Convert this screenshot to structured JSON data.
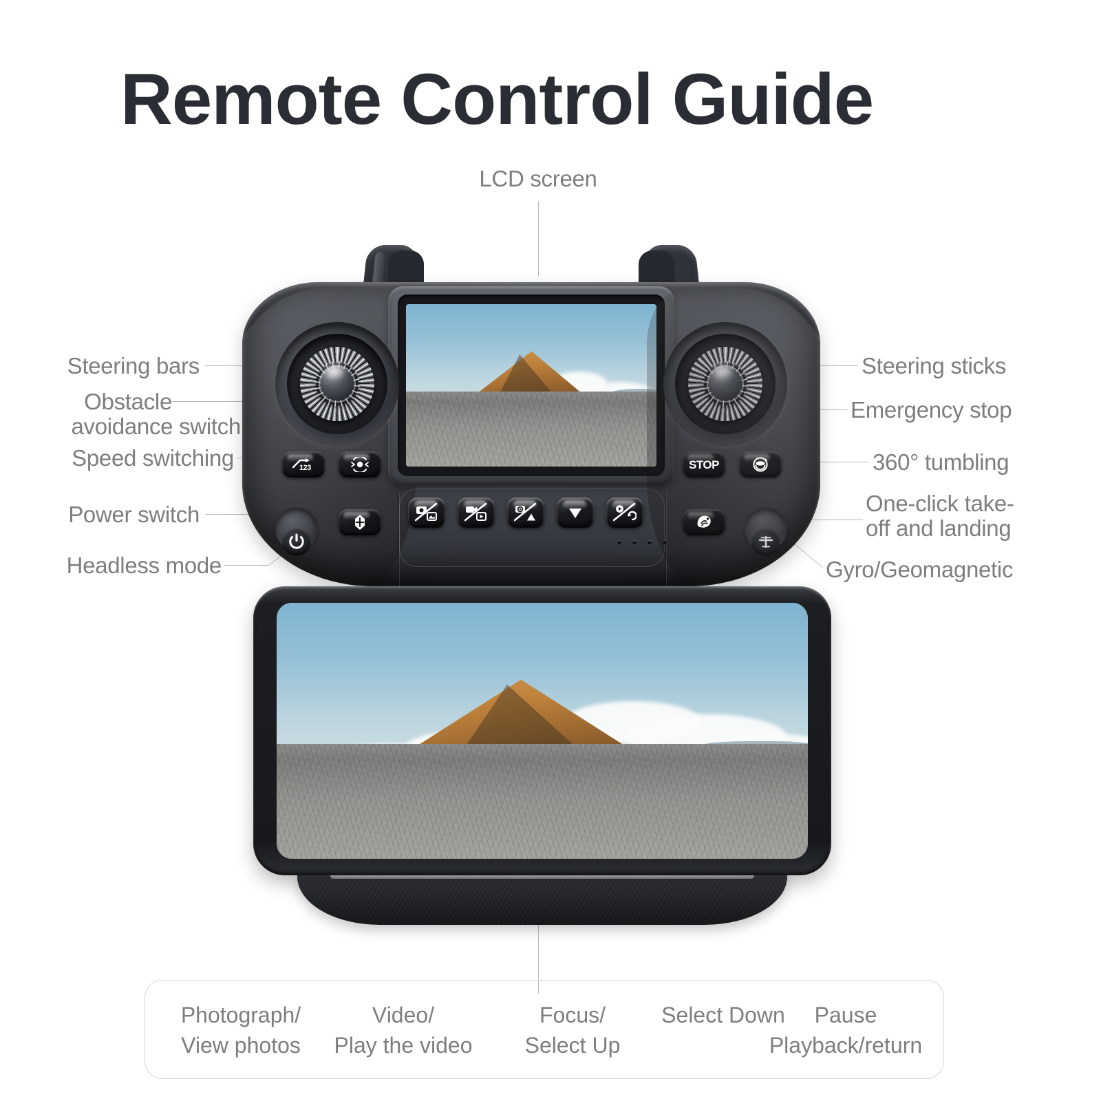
{
  "title": "Remote Control Guide",
  "colors": {
    "title": "#2a2d33",
    "label": "#7e7e7e",
    "leader_line": "#b9b9b9",
    "caption_border": "#d6d6d6",
    "background": "#ffffff",
    "body_dark": "#2e3137",
    "body_light": "#6b6f76"
  },
  "callouts": {
    "top": {
      "label": "LCD screen",
      "name": "lcd-screen"
    },
    "left": [
      {
        "label": "Steering bars",
        "name": "steering-bars"
      },
      {
        "label": "Obstacle",
        "label2": "avoidance switch",
        "name": "obstacle-avoidance-switch"
      },
      {
        "label": "Speed switching",
        "name": "speed-switching"
      },
      {
        "label": "Power switch",
        "name": "power-switch"
      },
      {
        "label": "Headless mode",
        "name": "headless-mode"
      }
    ],
    "right": [
      {
        "label": "Steering sticks",
        "name": "steering-sticks"
      },
      {
        "label": "Emergency stop",
        "name": "emergency-stop"
      },
      {
        "label": "360° tumbling",
        "name": "360-tumbling"
      },
      {
        "label": "One-click take-",
        "label2": "off and landing",
        "name": "one-click-takeoff-landing"
      },
      {
        "label": "Gyro/Geomagnetic",
        "name": "gyro-geomagnetic"
      }
    ]
  },
  "controller": {
    "sticks": {
      "left_icon": "gimbal-stick-icon",
      "right_icon": "gimbal-stick-icon"
    },
    "buttons": {
      "speed": {
        "text": "123",
        "icon": "speed-123-icon"
      },
      "obstacle": {
        "icon": "obstacle-radar-icon"
      },
      "power": {
        "icon": "power-icon"
      },
      "headless": {
        "icon": "headless-compass-icon"
      },
      "stop": {
        "text": "STOP",
        "icon": "emergency-stop-icon"
      },
      "tumbling": {
        "icon": "tumbling-360-icon"
      },
      "gyro": {
        "icon": "gyro-geomagnetic-icon"
      },
      "takeoff": {
        "icon": "drone-takeoff-icon"
      }
    },
    "function_buttons": [
      {
        "name": "photo-button",
        "icon": "camera-photo-icon"
      },
      {
        "name": "video-button",
        "icon": "camcorder-play-icon"
      },
      {
        "name": "focus-up-button",
        "icon": "focus-up-icon"
      },
      {
        "name": "select-down-button",
        "icon": "triangle-down-icon"
      },
      {
        "name": "pause-playback-button",
        "icon": "play-return-icon"
      }
    ],
    "led_count": 4
  },
  "screen_image": {
    "description": "Desert landscape with orange mountain and cracked dry lakebed under blue sky with cumulus clouds",
    "sky_color": "#7fb3d0",
    "mountain_color": "#c58d46",
    "ground_color": "#949491"
  },
  "captions": [
    {
      "line1": "Photograph/",
      "line2": "View photos",
      "name": "caption-photograph"
    },
    {
      "line1": "Video/",
      "line2": "Play the video",
      "name": "caption-video"
    },
    {
      "line1": "Focus/",
      "line2": "Select Up",
      "name": "caption-focus"
    },
    {
      "line1": "Select Down",
      "line2": "",
      "name": "caption-select-down"
    },
    {
      "line1": "Pause",
      "line2": "Playback/return",
      "name": "caption-pause"
    }
  ]
}
